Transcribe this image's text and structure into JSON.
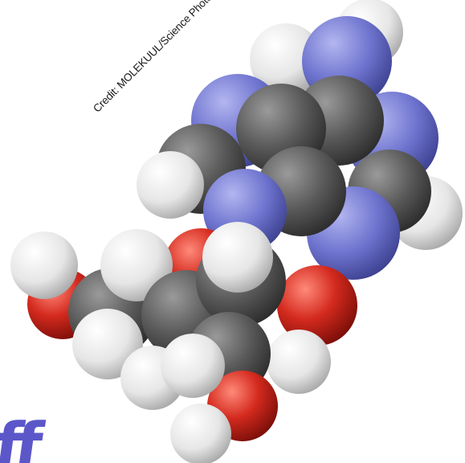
{
  "image": {
    "subject": "space-filling molecular model",
    "credit": "Credit: MOLEKUUL/Science Photo Library",
    "logo_text": "ff",
    "colors": {
      "background": "#ffffff",
      "hydrogen": "#ececec",
      "carbon": "#5a5a5a",
      "nitrogen": "#6f74cf",
      "oxygen": "#d42a1e",
      "logo": "#5b57c9"
    }
  }
}
